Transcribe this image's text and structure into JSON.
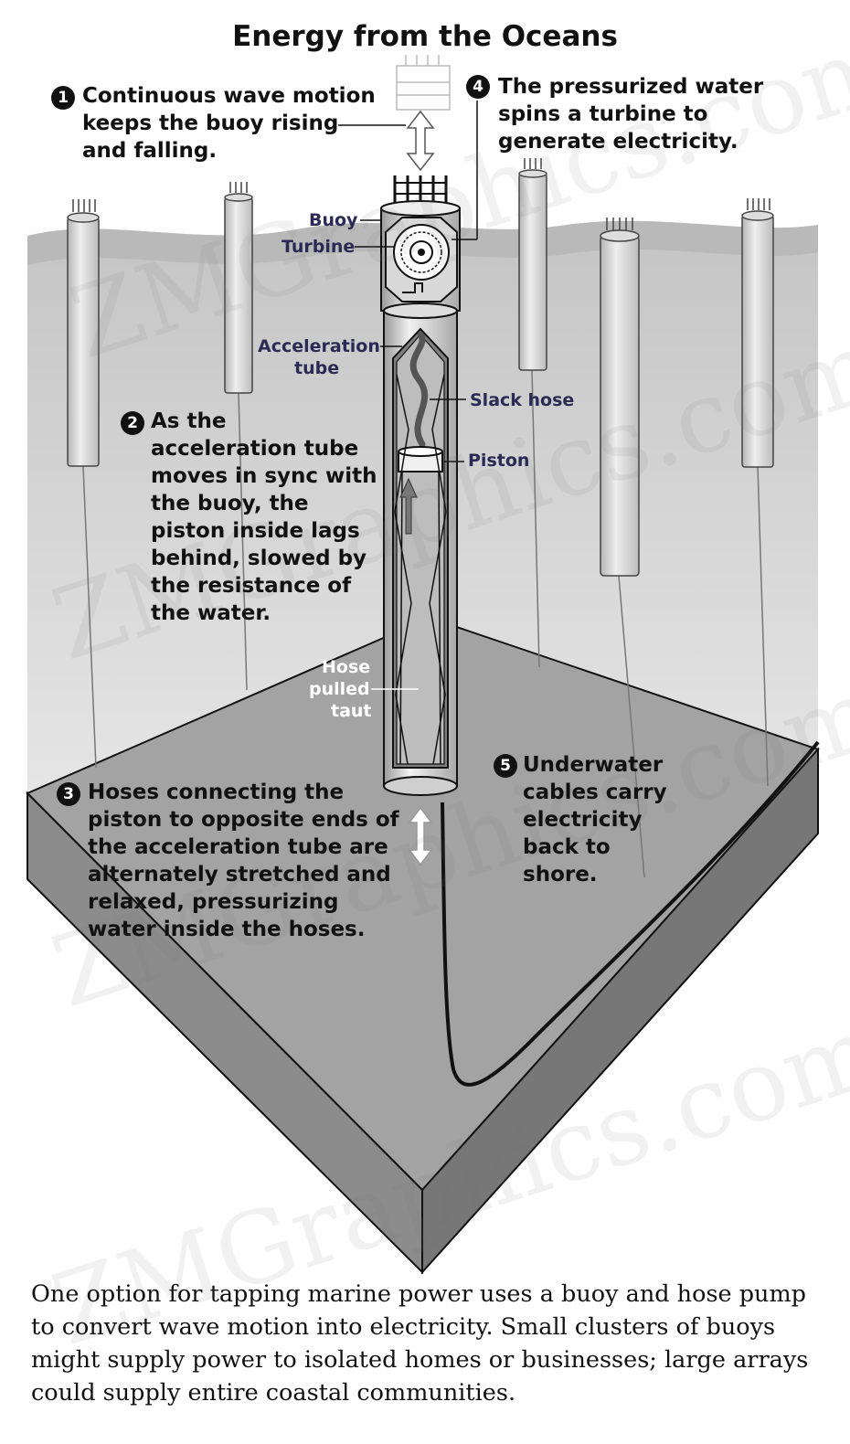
{
  "title": "Energy from the Oceans",
  "steps": [
    {
      "num": "1",
      "text": "Continuous wave motion keeps the buoy rising and falling."
    },
    {
      "num": "2",
      "text": "As the acceleration tube moves in sync with the buoy, the piston inside lags behind, slowed by the resistance of the water."
    },
    {
      "num": "3",
      "text": "Hoses connecting the piston to opposite ends of the acceleration tube are alternately stretched and relaxed, pressurizing water inside the hoses."
    },
    {
      "num": "4",
      "text": "The pressurized water spins a turbine to generate electricity."
    },
    {
      "num": "5",
      "text": "Underwater cables carry electricity back to shore."
    }
  ],
  "labels": {
    "buoy": "Buoy",
    "turbine": "Turbine",
    "acceleration_tube_1": "Acceleration",
    "acceleration_tube_2": "tube",
    "slack_hose": "Slack hose",
    "piston": "Piston",
    "hose_taut_1": "Hose",
    "hose_taut_2": "pulled",
    "hose_taut_3": "taut"
  },
  "caption": "One option for tapping marine power uses a buoy and hose pump to convert wave motion into electricity. Small clusters of buoys might supply power to isolated homes or businesses; large arrays could supply entire coastal communities.",
  "watermark": "ZMGraphics.com",
  "colors": {
    "sea": "#cfcfcf",
    "seabed_top": "#a8a8a8",
    "seabed_side": "#8a8a8a",
    "ink": "#111111"
  }
}
